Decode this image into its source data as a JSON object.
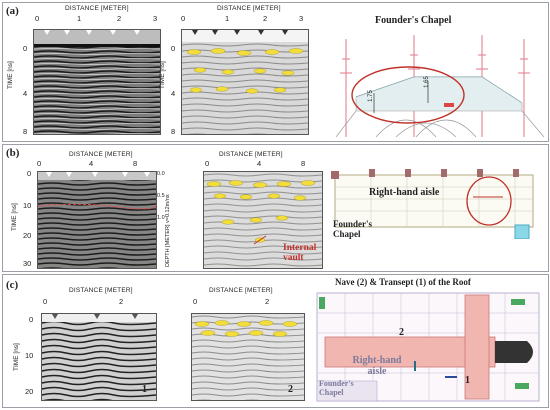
{
  "panels": {
    "a": {
      "tag": "(a)",
      "xaxis": "DISTANCE [METER]",
      "yaxis": "TIME [ns]",
      "xticks": [
        "0",
        "1",
        "2",
        "3"
      ],
      "yticks": [
        "0",
        "4",
        "8"
      ],
      "title": "Founder's Chapel",
      "measure_left": "1.75",
      "measure_right": "1.65"
    },
    "b": {
      "tag": "(b)",
      "xaxis": "DISTANCE [METER]",
      "yaxis": "TIME [ns]",
      "xticks": [
        "0",
        "4",
        "8"
      ],
      "yticks": [
        "0",
        "10",
        "20",
        "30"
      ],
      "depth_axis": "DEPTH [METER] v=0.12m/ns",
      "depth_ticks": [
        "0.0",
        "0.5",
        "1.0"
      ],
      "vault_label": "Internal vault",
      "aisle_label": "Right-hand aisle",
      "chapel_label": "Founder's Chapel"
    },
    "c": {
      "tag": "(c)",
      "xaxis": "DISTANCE [METER]",
      "yaxis": "TIME [ns]",
      "xticks": [
        "0",
        "2"
      ],
      "yticks": [
        "0",
        "10",
        "20"
      ],
      "label1": "1",
      "label2": "2",
      "title": "Nave (2) & Transept (1) of the Roof",
      "plan_num2": "2",
      "plan_num1": "1",
      "aisle_label": "Right-hand aisle",
      "chapel_label": "Founder's Chapel"
    }
  },
  "colors": {
    "highlight_yellow": "#f2dd3a",
    "reflection_red": "#e64b4b",
    "circle_red": "#c0302a",
    "plan_pink": "#f1b6b0",
    "sky_blue": "#8ad7e8"
  }
}
